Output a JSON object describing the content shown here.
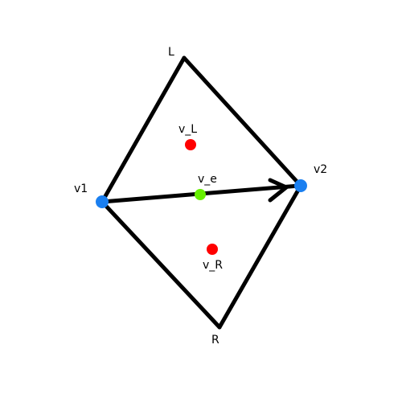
{
  "labels": {
    "L": "L",
    "R": "R",
    "v1": "v1",
    "v2": "v2",
    "v_e": "v_e",
    "v_L": "v_L",
    "v_R": "v_R"
  },
  "colors": {
    "stroke": "#000000",
    "vertex": "#1a7ff0",
    "face_center": "#ff0000",
    "edge_center": "#66ee00"
  }
}
